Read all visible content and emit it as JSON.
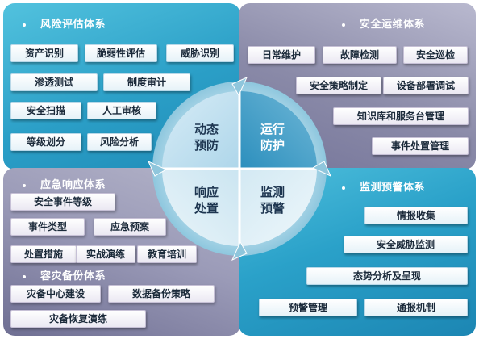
{
  "colors": {
    "risk_panel": "#2b9fc7",
    "ops_panel": "#8a8aa8",
    "emergency_panel": "#9b9bb8",
    "monitor_panel": "#2aa1c9",
    "circle_light": "#e3f1f7",
    "circle_ring": "#bfe0ee",
    "arrow": "#8fc6dc"
  },
  "risk": {
    "title": "风险评估体系",
    "items": [
      "资产识别",
      "脆弱性评估",
      "威胁识别",
      "渗透测试",
      "制度审计",
      "安全扫描",
      "人工审核",
      "等级划分",
      "风险分析"
    ]
  },
  "ops": {
    "title": "安全运维体系",
    "items": [
      "日常维护",
      "故障检测",
      "安全巡检",
      "安全策略制定",
      "设备部署调试",
      "知识库和服务台管理",
      "事件处置管理"
    ]
  },
  "emergency": {
    "title": "应急响应体系",
    "items": [
      "安全事件等级",
      "事件类型",
      "应急预案",
      "处置措施",
      "实战演练",
      "教育培训"
    ]
  },
  "backup": {
    "title": "容灾备份体系",
    "items": [
      "灾备中心建设",
      "数据备份策略",
      "灾备恢复演练"
    ]
  },
  "monitor": {
    "title": "监测预警体系",
    "items": [
      "情报收集",
      "安全威胁监测",
      "态势分析及呈现",
      "预警管理",
      "通报机制"
    ]
  },
  "center": {
    "tl_line1": "动态",
    "tl_line2": "预防",
    "tr_line1": "运行",
    "tr_line2": "防护",
    "bl_line1": "响应",
    "bl_line2": "处置",
    "br_line1": "监测",
    "br_line2": "预警"
  }
}
